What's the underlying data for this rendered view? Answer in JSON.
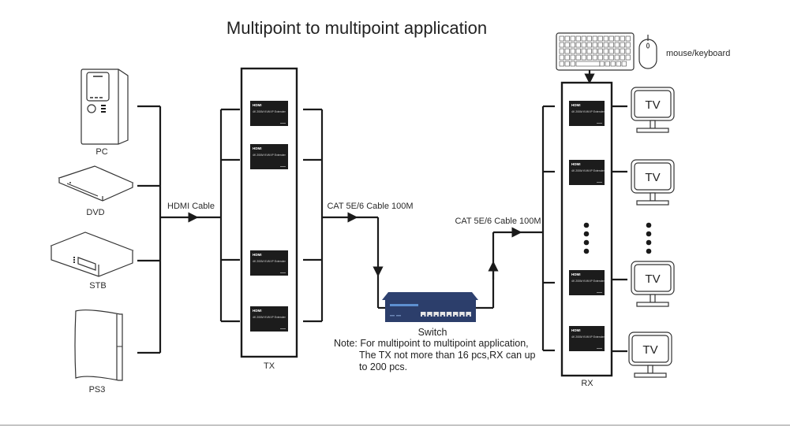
{
  "title": "Multipoint to multipoint  application",
  "sources": [
    {
      "label": "PC",
      "icon": "pc-tower-icon"
    },
    {
      "label": "DVD",
      "icon": "dvd-player-icon"
    },
    {
      "label": "STB",
      "icon": "set-top-box-icon"
    },
    {
      "label": "PS3",
      "icon": "game-console-icon"
    }
  ],
  "cables": {
    "hdmi": "HDMI Cable",
    "cat_tx": "CAT 5E/6 Cable 100M",
    "cat_rx": "CAT 5E/6 Cable 100M"
  },
  "tx": {
    "label": "TX",
    "module_count_visible": 4,
    "module_logo": "HDMI",
    "module_text": "4K 200M KVM IP Extender"
  },
  "switch": {
    "label": "Switch",
    "color": "#2c3e6b",
    "port_count": 8
  },
  "note": {
    "line1": "Note: For multipoint to multipoint application,",
    "line2": "The TX not more than 16 pcs,RX can up",
    "line3": "to 200 pcs."
  },
  "rx": {
    "label": "RX",
    "module_count_visible": 4,
    "module_logo": "HDMI",
    "module_text": "4K 200M KVM IP Extender"
  },
  "peripherals": {
    "label": "mouse/keyboard"
  },
  "displays": [
    {
      "label": "TV"
    },
    {
      "label": "TV"
    },
    {
      "label": "TV"
    },
    {
      "label": "TV"
    }
  ],
  "ellipsis_dots": 4
}
